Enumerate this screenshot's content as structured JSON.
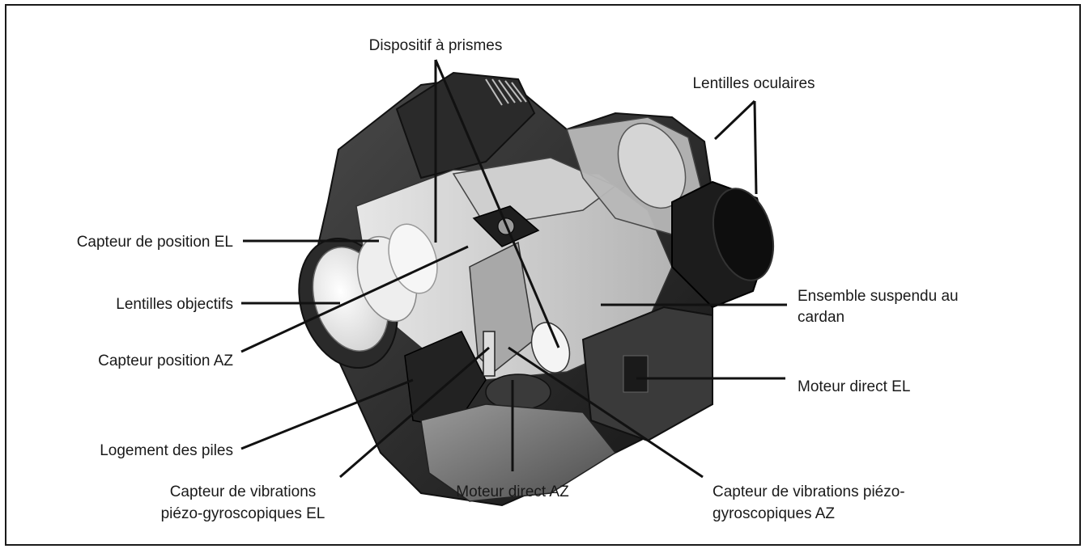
{
  "labels": {
    "prism": "Dispositif à prismes",
    "eyepiece": "Lentilles oculaires",
    "el_position_sensor": "Capteur de position EL",
    "objective_lenses": "Lentilles objectifs",
    "az_position_sensor": "Capteur position AZ",
    "gimbal_assembly_line1": "Ensemble suspendu au",
    "gimbal_assembly_line2": "cardan",
    "el_direct_motor": "Moteur direct EL",
    "battery_compartment": "Logement des piles",
    "el_gyro_sensor_line1": "Capteur de vibrations",
    "el_gyro_sensor_line2": "piézo-gyroscopiques EL",
    "az_direct_motor": "Moteur direct AZ",
    "az_gyro_sensor_line1": "Capteur de vibrations piézo-",
    "az_gyro_sensor_line2": "gyroscopiques AZ"
  },
  "colors": {
    "line": "#111111",
    "housing_dark": "#2b2b2b",
    "housing_mid": "#6e6e6e",
    "housing_light": "#bdbdbd",
    "inner_light": "#dcdcdc",
    "lens_glass": "#f2f2f2"
  }
}
